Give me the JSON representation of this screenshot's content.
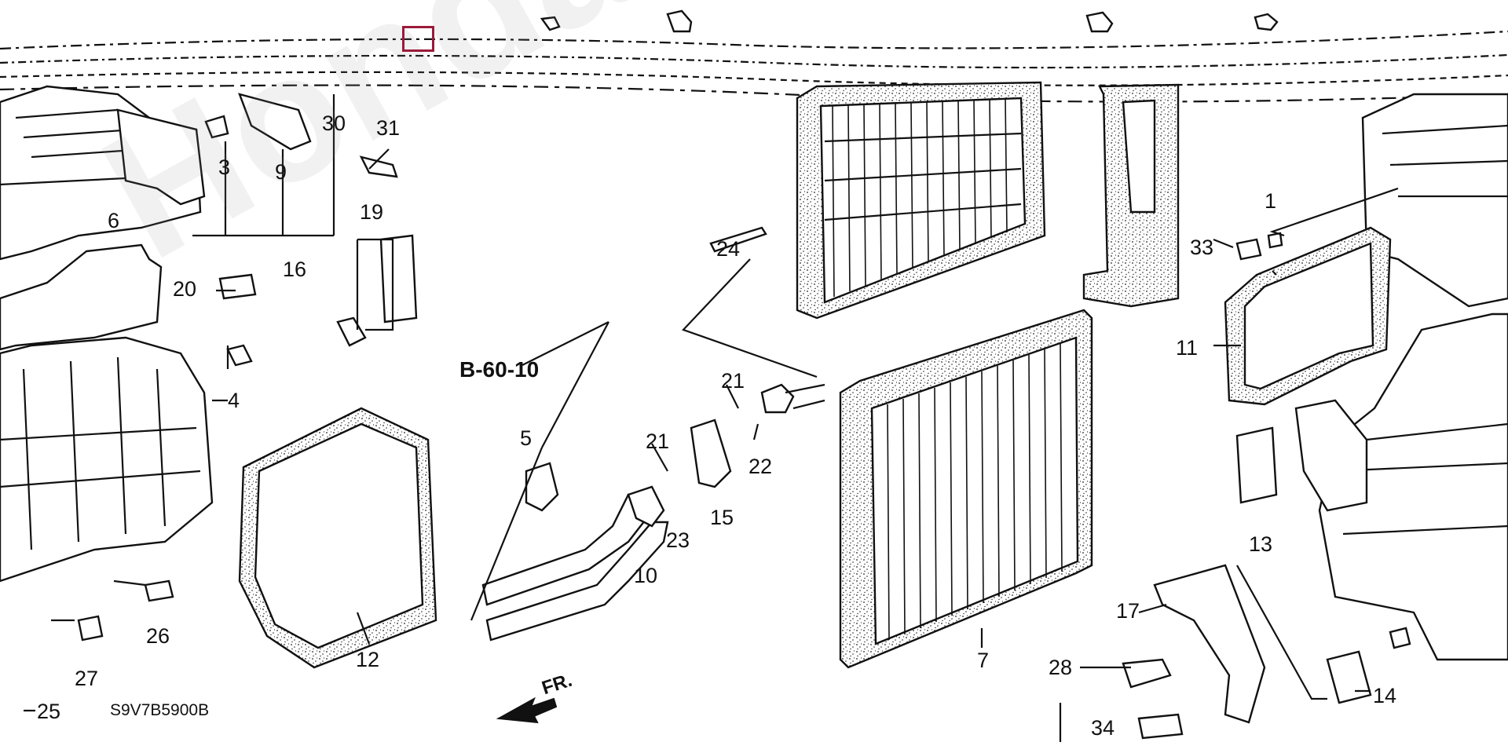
{
  "diagram": {
    "watermark": "HondaCarMine.ru",
    "ref_label": "B-60-10",
    "figure_code": "S9V7B5900B",
    "direction_label": "FR.",
    "marker_color": "#9b1a3a",
    "part_numbers": {
      "p1": "1",
      "p3": "3",
      "p4": "4",
      "p5": "5",
      "p6": "6",
      "p7": "7",
      "p9": "9",
      "p10": "10",
      "p11": "11",
      "p12": "12",
      "p13": "13",
      "p14": "14",
      "p15": "15",
      "p16": "16",
      "p17": "17",
      "p19": "19",
      "p20": "20",
      "p21a": "21",
      "p21b": "21",
      "p22": "22",
      "p23": "23",
      "p24": "24",
      "p25": "25",
      "p26": "26",
      "p27": "27",
      "p28": "28",
      "p30": "30",
      "p31": "31",
      "p33": "33",
      "p34": "34"
    }
  }
}
